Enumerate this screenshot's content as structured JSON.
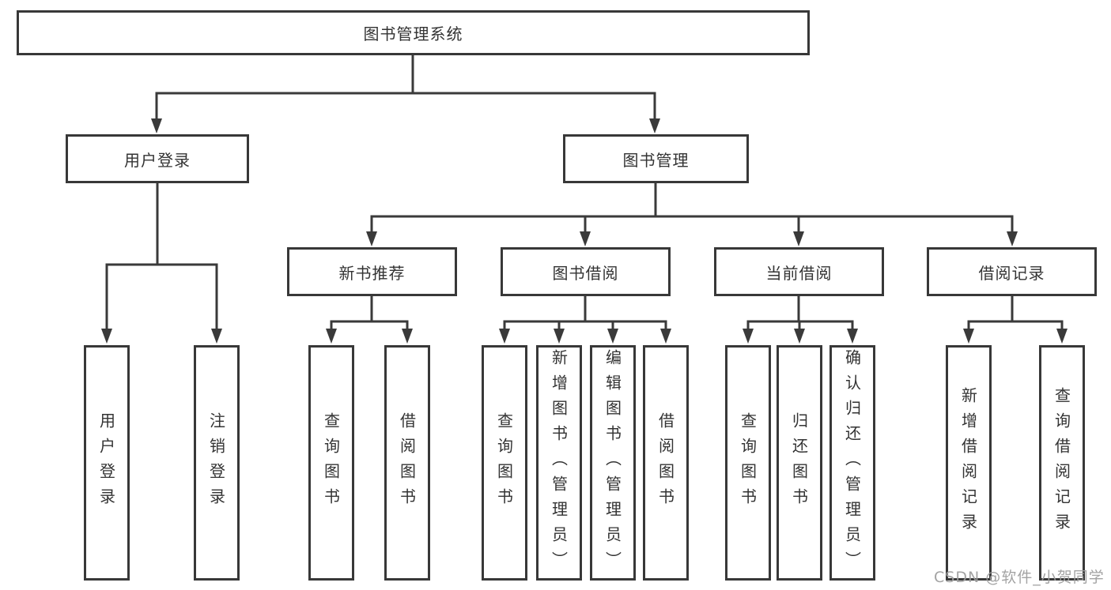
{
  "diagram": {
    "root": "图书管理系统",
    "user_branch": {
      "label": "用户登录",
      "children": [
        "用户登录",
        "注销登录"
      ]
    },
    "mgmt_branch": {
      "label": "图书管理",
      "modules": [
        {
          "label": "新书推荐",
          "children": [
            "查询图书",
            "借阅图书"
          ]
        },
        {
          "label": "图书借阅",
          "children": [
            "查询图书",
            "新增图书（管理员）",
            "编辑图书（管理员）",
            "借阅图书"
          ]
        },
        {
          "label": "当前借阅",
          "children": [
            "查询图书",
            "归还图书",
            "确认归还（管理员）"
          ]
        },
        {
          "label": "借阅记录",
          "children": [
            "新增借阅记录",
            "查询借阅记录"
          ]
        }
      ]
    }
  },
  "watermark": "CSDN @软件_小贺同学",
  "colors": {
    "line": "#3a3a3a",
    "box_border": "#383838",
    "text": "#333333",
    "watermark": "#9e9e9e",
    "background": "#ffffff"
  }
}
